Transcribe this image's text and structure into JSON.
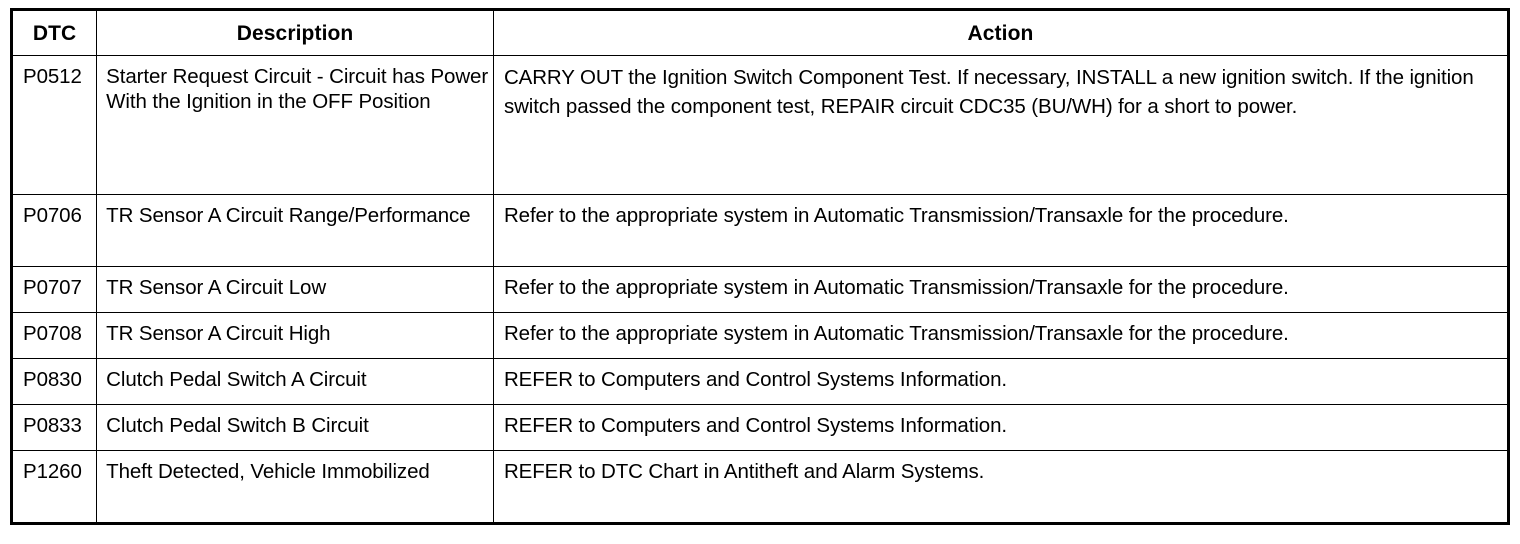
{
  "table": {
    "columns": [
      {
        "key": "dtc",
        "label": "DTC"
      },
      {
        "key": "description",
        "label": "Description"
      },
      {
        "key": "action",
        "label": "Action"
      }
    ],
    "rows": [
      {
        "dtc": "P0512",
        "description": "Starter Request Circuit - Circuit has Power With the Ignition in the OFF Position",
        "action": "CARRY OUT the Ignition Switch Component Test. If necessary, INSTALL a new ignition switch. If the ignition switch passed the component test, REPAIR  circuit CDC35 (BU/WH) for a short to power."
      },
      {
        "dtc": "P0706",
        "description": "TR Sensor A Circuit Range/Performance",
        "action": "Refer to the appropriate system in Automatic Transmission/Transaxle for the procedure."
      },
      {
        "dtc": "P0707",
        "description": "TR Sensor A Circuit Low",
        "action": "Refer to the appropriate system in Automatic Transmission/Transaxle for the procedure."
      },
      {
        "dtc": "P0708",
        "description": "TR Sensor A Circuit High",
        "action": "Refer to the appropriate system in Automatic Transmission/Transaxle for the procedure."
      },
      {
        "dtc": "P0830",
        "description": "Clutch Pedal Switch A Circuit",
        "action": "REFER to Computers and Control Systems Information."
      },
      {
        "dtc": "P0833",
        "description": "Clutch Pedal Switch B Circuit",
        "action": "REFER to Computers and Control Systems Information."
      },
      {
        "dtc": "P1260",
        "description": "Theft Detected, Vehicle Immobilized",
        "action": "REFER to DTC Chart in Antitheft and Alarm Systems."
      }
    ]
  },
  "colors": {
    "background": "#ffffff",
    "text": "#000000",
    "border": "#000000"
  }
}
